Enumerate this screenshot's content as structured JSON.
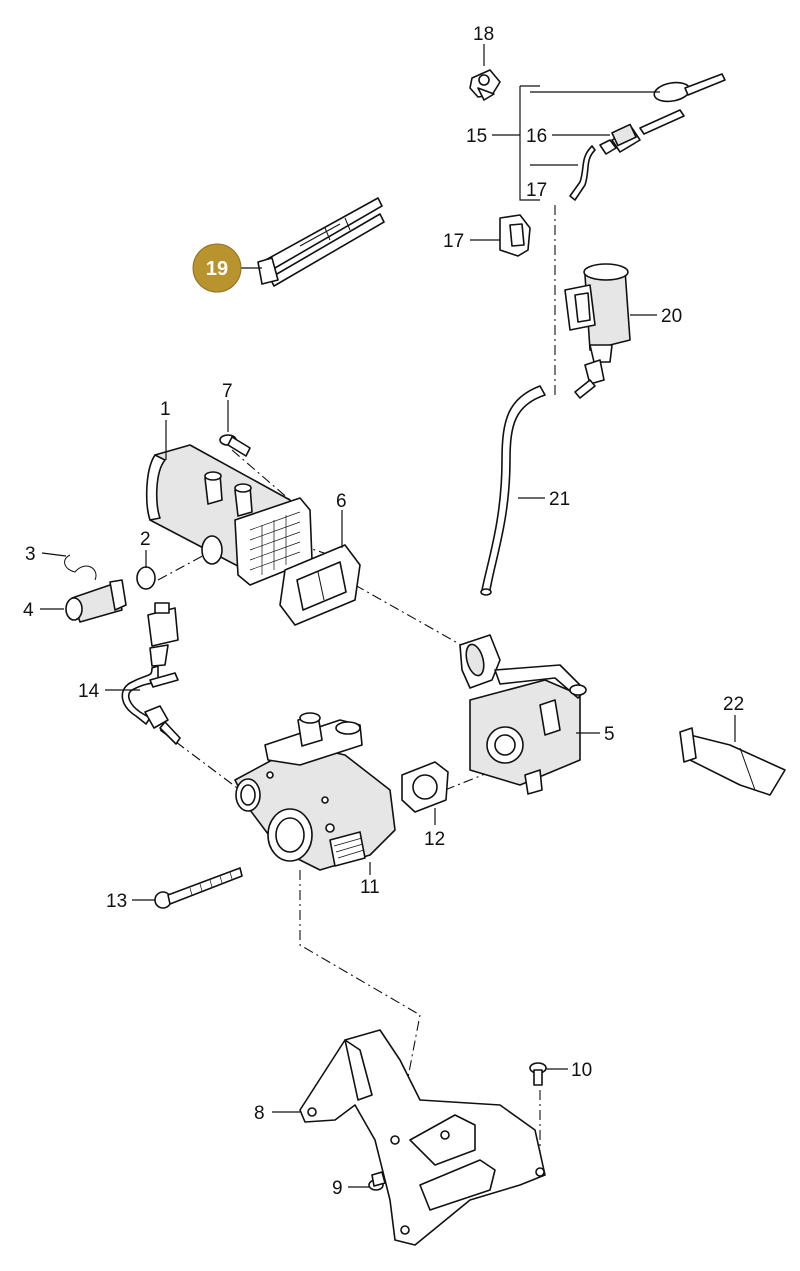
{
  "diagram": {
    "callouts": {
      "p1": "1",
      "p2": "2",
      "p3": "3",
      "p4": "4",
      "p5": "5",
      "p6": "6",
      "p7": "7",
      "p8": "8",
      "p9": "9",
      "p10": "10",
      "p11": "11",
      "p12": "12",
      "p13": "13",
      "p14": "14",
      "p15": "15",
      "p16": "16",
      "p17a": "17",
      "p17b": "17",
      "p18": "18",
      "p20": "20",
      "p21": "21",
      "p22": "22"
    },
    "highlighted_callout": {
      "label": "19",
      "color": "#b8932e"
    }
  }
}
